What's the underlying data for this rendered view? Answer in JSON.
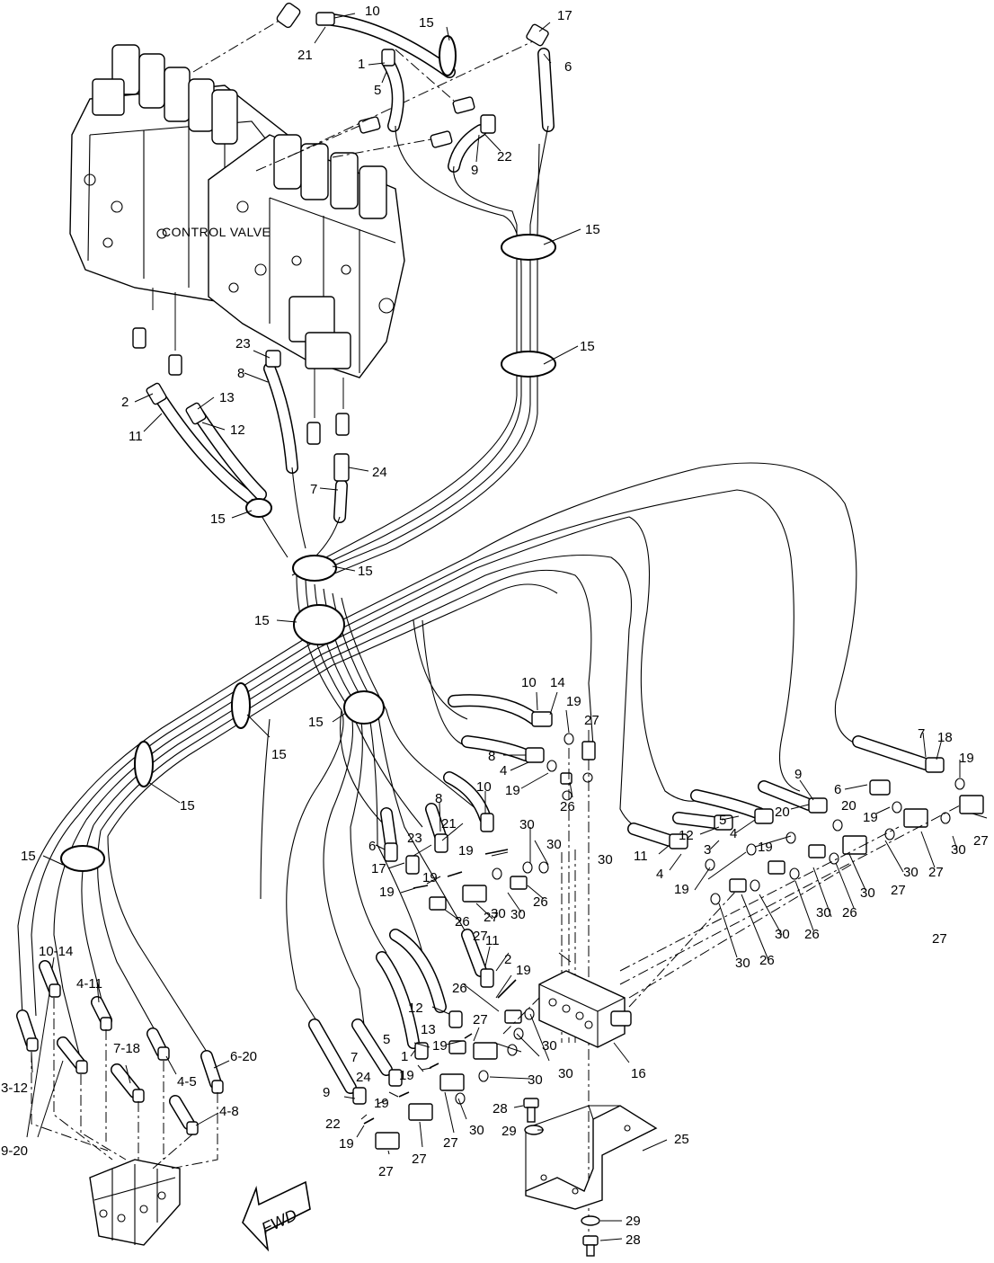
{
  "diagram": {
    "component_title": "CONTROL  VALVE",
    "direction_label": "FWD",
    "callouts": [
      {
        "id": "c1",
        "text": "10"
      },
      {
        "id": "c2",
        "text": "21"
      },
      {
        "id": "c3",
        "text": "15"
      },
      {
        "id": "c4",
        "text": "17"
      },
      {
        "id": "c5",
        "text": "1"
      },
      {
        "id": "c6",
        "text": "5"
      },
      {
        "id": "c7",
        "text": "6"
      },
      {
        "id": "c8",
        "text": "9"
      },
      {
        "id": "c9",
        "text": "22"
      },
      {
        "id": "c10",
        "text": "15"
      },
      {
        "id": "c11",
        "text": "15"
      },
      {
        "id": "c12",
        "text": "23"
      },
      {
        "id": "c13",
        "text": "8"
      },
      {
        "id": "c14",
        "text": "2"
      },
      {
        "id": "c15",
        "text": "13"
      },
      {
        "id": "c16",
        "text": "11"
      },
      {
        "id": "c17",
        "text": "12"
      },
      {
        "id": "c18",
        "text": "24"
      },
      {
        "id": "c19",
        "text": "7"
      },
      {
        "id": "c20",
        "text": "15"
      },
      {
        "id": "c21",
        "text": "15"
      },
      {
        "id": "c22",
        "text": "15"
      },
      {
        "id": "c23",
        "text": "15"
      },
      {
        "id": "c24",
        "text": "15"
      },
      {
        "id": "c25",
        "text": "15"
      },
      {
        "id": "c26",
        "text": "15"
      },
      {
        "id": "c27",
        "text": "10"
      },
      {
        "id": "c28",
        "text": "14"
      },
      {
        "id": "c29",
        "text": "19"
      },
      {
        "id": "c30",
        "text": "27"
      },
      {
        "id": "c31",
        "text": "8"
      },
      {
        "id": "c32",
        "text": "4"
      },
      {
        "id": "c33",
        "text": "19"
      },
      {
        "id": "c34",
        "text": "26"
      },
      {
        "id": "c35",
        "text": "7"
      },
      {
        "id": "c36",
        "text": "18"
      },
      {
        "id": "c37",
        "text": "19"
      },
      {
        "id": "c38",
        "text": "9"
      },
      {
        "id": "c39",
        "text": "6"
      },
      {
        "id": "c40",
        "text": "20"
      },
      {
        "id": "c41",
        "text": "20"
      },
      {
        "id": "c42",
        "text": "19"
      },
      {
        "id": "c43",
        "text": "5"
      },
      {
        "id": "c44",
        "text": "4"
      },
      {
        "id": "c45",
        "text": "12"
      },
      {
        "id": "c46",
        "text": "3"
      },
      {
        "id": "c47",
        "text": "19"
      },
      {
        "id": "c48",
        "text": "11"
      },
      {
        "id": "c49",
        "text": "4"
      },
      {
        "id": "c50",
        "text": "19"
      },
      {
        "id": "c51",
        "text": "30"
      },
      {
        "id": "c52",
        "text": "27"
      },
      {
        "id": "c53",
        "text": "30"
      },
      {
        "id": "c54",
        "text": "27"
      },
      {
        "id": "c55",
        "text": "30"
      },
      {
        "id": "c56",
        "text": "27"
      },
      {
        "id": "c57",
        "text": "26"
      },
      {
        "id": "c58",
        "text": "30"
      },
      {
        "id": "c59",
        "text": "26"
      },
      {
        "id": "c60",
        "text": "30"
      },
      {
        "id": "c61",
        "text": "26"
      },
      {
        "id": "c62",
        "text": "30"
      },
      {
        "id": "c63",
        "text": "30"
      },
      {
        "id": "c64",
        "text": "10"
      },
      {
        "id": "c65",
        "text": "8"
      },
      {
        "id": "c66",
        "text": "21"
      },
      {
        "id": "c67",
        "text": "6"
      },
      {
        "id": "c68",
        "text": "23"
      },
      {
        "id": "c69",
        "text": "17"
      },
      {
        "id": "c70",
        "text": "19"
      },
      {
        "id": "c71",
        "text": "30"
      },
      {
        "id": "c72",
        "text": "19"
      },
      {
        "id": "c73",
        "text": "19"
      },
      {
        "id": "c74",
        "text": "30"
      },
      {
        "id": "c75",
        "text": "26"
      },
      {
        "id": "c76",
        "text": "26"
      },
      {
        "id": "c77",
        "text": "27"
      },
      {
        "id": "c78",
        "text": "30"
      },
      {
        "id": "c79",
        "text": "11"
      },
      {
        "id": "c80",
        "text": "2"
      },
      {
        "id": "c81",
        "text": "19"
      },
      {
        "id": "c82",
        "text": "26"
      },
      {
        "id": "c83",
        "text": "12"
      },
      {
        "id": "c84",
        "text": "27"
      },
      {
        "id": "c85",
        "text": "5"
      },
      {
        "id": "c86",
        "text": "13"
      },
      {
        "id": "c87",
        "text": "19"
      },
      {
        "id": "c88",
        "text": "1"
      },
      {
        "id": "c89",
        "text": "30"
      },
      {
        "id": "c90",
        "text": "7"
      },
      {
        "id": "c91",
        "text": "24"
      },
      {
        "id": "c92",
        "text": "19"
      },
      {
        "id": "c93",
        "text": "30"
      },
      {
        "id": "c94",
        "text": "9"
      },
      {
        "id": "c95",
        "text": "19"
      },
      {
        "id": "c96",
        "text": "22"
      },
      {
        "id": "c97",
        "text": "30"
      },
      {
        "id": "c98",
        "text": "19"
      },
      {
        "id": "c99",
        "text": "27"
      },
      {
        "id": "c100",
        "text": "27"
      },
      {
        "id": "c101",
        "text": "27"
      },
      {
        "id": "c102",
        "text": "16"
      },
      {
        "id": "c103",
        "text": "28"
      },
      {
        "id": "c104",
        "text": "29"
      },
      {
        "id": "c105",
        "text": "25"
      },
      {
        "id": "c106",
        "text": "29"
      },
      {
        "id": "c107",
        "text": "28"
      },
      {
        "id": "c108",
        "text": "10-14"
      },
      {
        "id": "c109",
        "text": "4-11"
      },
      {
        "id": "c110",
        "text": "7-18"
      },
      {
        "id": "c111",
        "text": "6-20"
      },
      {
        "id": "c112",
        "text": "3-12"
      },
      {
        "id": "c113",
        "text": "4-5"
      },
      {
        "id": "c114",
        "text": "4-8"
      },
      {
        "id": "c115",
        "text": "9-20"
      },
      {
        "id": "c116",
        "text": "30"
      },
      {
        "id": "c117",
        "text": "27"
      },
      {
        "id": "c118",
        "text": "30"
      },
      {
        "id": "c119",
        "text": "27"
      }
    ]
  }
}
